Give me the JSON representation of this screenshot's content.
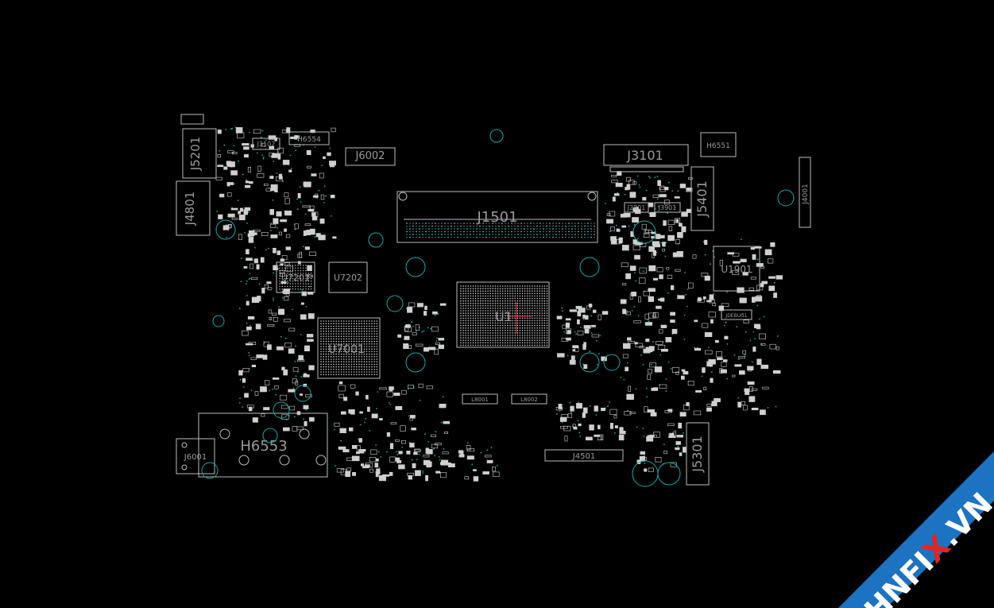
{
  "watermark": {
    "text_a": "HNFI",
    "text_x": "X",
    "text_b": ".VN",
    "band_color": "#1b73c2",
    "x_color": "#e32424"
  },
  "colors": {
    "background": "#000000",
    "outline": "#bdbdbd",
    "hole": "#1aa6a6",
    "label": "#9a9a9a"
  },
  "components": {
    "j1501": "J1501",
    "j3101": "J3101",
    "j6002": "J6002",
    "j5201": "J5201",
    "j4801": "J4801",
    "j3102": "J3102",
    "h6554": "H6554",
    "h6551": "H6551",
    "j5401": "J5401",
    "j4001": "J4001",
    "j2801": "J2801",
    "j3901": "J3901",
    "u1901": "U1901",
    "u7201": "U7201",
    "u7202": "U7202",
    "u7001": "U7001",
    "u1": "U1",
    "h6553": "H6553",
    "j6001": "J6001",
    "j4501": "J4501",
    "j5301": "J5301",
    "jdebug1": "JDEBUG1",
    "l8001": "L8001",
    "l8002": "L8002"
  }
}
